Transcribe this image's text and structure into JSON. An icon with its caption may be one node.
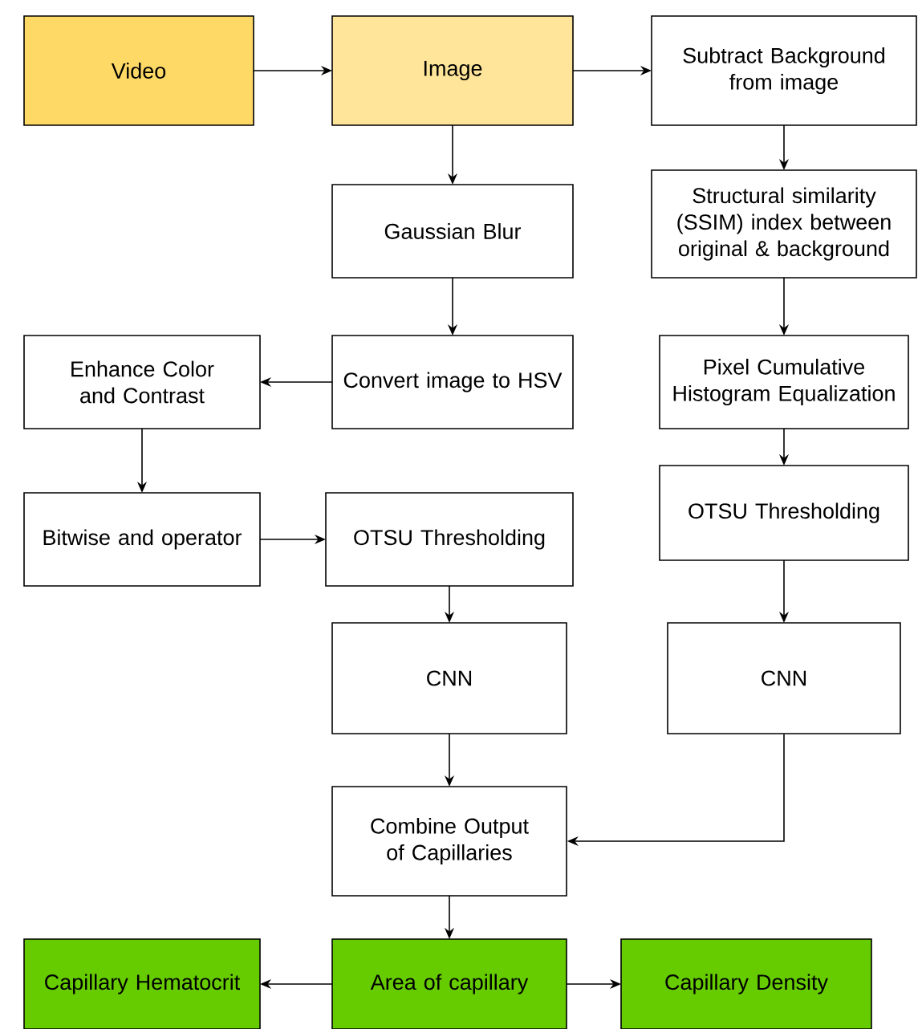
{
  "diagram": {
    "nodes": [
      {
        "text": [
          "Video"
        ]
      },
      {
        "text": [
          "Image"
        ]
      },
      {
        "text": [
          "Subtract Background from image"
        ]
      },
      {
        "text": [
          "Gaussian Blur"
        ]
      },
      {
        "text": [
          "Structural similarity (SSIM) index between original & background"
        ]
      },
      {
        "text": [
          "Enhance Color and Contrast"
        ]
      },
      {
        "text": [
          "Convert image to HSV"
        ]
      },
      {
        "text": [
          "Pixel Cumulative Histogram Equalization"
        ]
      },
      {
        "text": [
          "Bitwise and operator"
        ]
      },
      {
        "text": [
          "OTSU Thresholding"
        ]
      },
      {
        "text": [
          "OTSU Thresholding"
        ]
      },
      {
        "text": [
          "CNN"
        ]
      },
      {
        "text": [
          "CNN"
        ]
      },
      {
        "text": [
          "Combine Output of Capillaries"
        ]
      },
      {
        "text": [
          "Capillary Hematocrit"
        ]
      },
      {
        "text": [
          "Area of capillary"
        ]
      },
      {
        "text": [
          "Capillary Density"
        ]
      }
    ],
    "edges": [
      {
        "from": 0,
        "to": 1,
        "arrow": "to"
      },
      {
        "from": 1,
        "to": 2,
        "arrow": "to"
      },
      {
        "from": 1,
        "to": 3,
        "arrow": "to"
      },
      {
        "from": 2,
        "to": 4,
        "arrow": "to"
      },
      {
        "from": 3,
        "to": 6,
        "arrow": "to"
      },
      {
        "from": 4,
        "to": 7,
        "arrow": "to"
      },
      {
        "from": 6,
        "to": 5,
        "arrow": "to"
      },
      {
        "from": 5,
        "to": 8,
        "arrow": "to"
      },
      {
        "from": 8,
        "to": 9,
        "arrow": "to"
      },
      {
        "from": 7,
        "to": 10,
        "arrow": "to"
      },
      {
        "from": 9,
        "to": 11,
        "arrow": "to"
      },
      {
        "from": 10,
        "to": 12,
        "arrow": "to"
      },
      {
        "from": 11,
        "to": 13,
        "arrow": "to"
      },
      {
        "from": 12,
        "to": 13,
        "arrow": "to"
      },
      {
        "from": 13,
        "to": 15,
        "arrow": "to"
      },
      {
        "from": 15,
        "to": 14,
        "arrow": "to"
      },
      {
        "from": 15,
        "to": 16,
        "arrow": "to"
      }
    ]
  }
}
